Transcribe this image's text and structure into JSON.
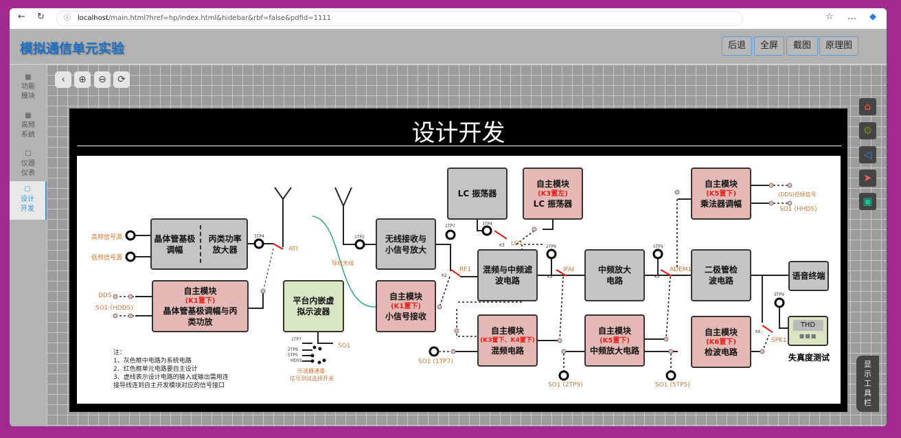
{
  "browser": {
    "url_host": "localhost",
    "url_path": "/main.html?href=hp/index.html&hidebar&rbf=false&pdfid=1111"
  },
  "app": {
    "title": "模拟通信单元实验",
    "buttons": [
      "后退",
      "全屏",
      "截图",
      "原理图"
    ]
  },
  "sidebar": {
    "items": [
      {
        "label1": "功能",
        "label2": "模块",
        "active": false
      },
      {
        "label1": "高频",
        "label2": "系统",
        "active": false
      },
      {
        "label1": "仪器",
        "label2": "仪表",
        "active": false
      },
      {
        "label1": "设计",
        "label2": "开发",
        "active": true
      }
    ]
  },
  "zoom_tools": [
    "back-icon",
    "zoom-in-icon",
    "zoom-out-icon",
    "refresh-icon"
  ],
  "right_tools": [
    "home-icon",
    "chip-icon",
    "speaker-mute-icon",
    "send-icon",
    "image-icon"
  ],
  "show_toolbar": "显示工具栏",
  "diagram": {
    "title": "设计开发",
    "blocks": {
      "am_left": "晶体管基极调幅",
      "am_right": "丙类功率放大器",
      "self": "自主模块",
      "k1": "(K1置下)",
      "am_self": "晶体管基极调幅与丙类功放",
      "scope": "平台内嵌虚拟示波器",
      "rx": "无线接收与小信号放大",
      "rx_self": "小信号接收",
      "lc": "LC 振荡器",
      "k3l": "(K3置左)",
      "mix": "混频与中频滤波电路",
      "k34": "(K3置下、K4置下)",
      "mix_self": "混频电路",
      "if": "中频放大电路",
      "k5": "(K5置下)",
      "if_self": "中频放大电路",
      "mult": "乘法器调幅",
      "det": "二极管检波电路",
      "k6": "(K6置下)",
      "det_self": "检波电路",
      "voice": "语音终端",
      "thd": "THD",
      "thd_label": "失真度测试"
    },
    "labels": {
      "hf": "高频信号源",
      "lf": "低频信号源",
      "tp_3tp4": "3TP4",
      "ati": "ATI",
      "tp_1tp2": "1TP2",
      "wire_ant": "导线天线",
      "dds": "DDS",
      "so1_hdds": "SO1 (HDDS)",
      "tp_1tp7": "1TP7",
      "k2": "K2",
      "rf1": "RF1",
      "k3": "K3",
      "lo1": "LO1",
      "tp_2tp9": "2TP9",
      "ifai": "IFAI",
      "k4": "K4",
      "tp_5tp5": "5TP5",
      "adem1": "ADEM1",
      "k5": "K5",
      "dds_lf": "(DDS)低频信号",
      "so1_hhds": "SO1 (HHDS)",
      "tp_5tp9": "5TP9",
      "k6": "K6",
      "spk1": "SPK1",
      "so1_1tp7": "SO1 (1TP7)",
      "so1_2tp9": "SO1 (2TP9)",
      "so1_5tp5": "SO1 (5TP5)",
      "so1": "SO1",
      "sw_1tp7": "1TP7",
      "sw_2tp9": "2TP9",
      "sw_5tp5": "5TP5",
      "sw_hdss": "HDSS",
      "sw_caption1": "示波器通道-",
      "sw_caption2": "信号测试选择开关"
    },
    "notes": [
      "注：",
      "1、灰色框中电路为系统电路",
      "2、红色框单元电路要自主设计",
      "3、虚线表示设计电路的输入或输出需用连",
      "接导线连到自主开发模块对应的信号接口"
    ]
  }
}
